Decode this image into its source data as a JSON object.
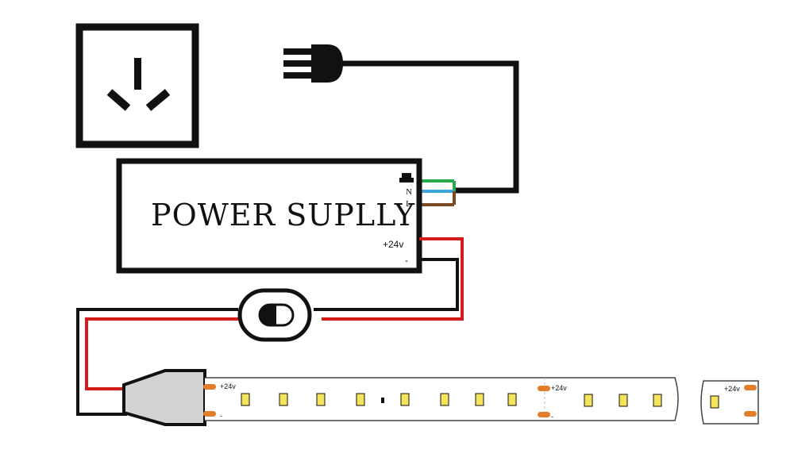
{
  "power_supply": {
    "title": "POWER SUPLLY",
    "input_n": "N",
    "input_l": "L",
    "output_positive": "+24v",
    "output_negative": "-"
  },
  "led_strip": {
    "segments": [
      {
        "positive": "+24v",
        "negative": "-"
      },
      {
        "positive": "+24v",
        "negative": "-"
      },
      {
        "positive": "+24v"
      }
    ]
  },
  "colors": {
    "wire_black": "#111111",
    "wire_red": "#d41c1c",
    "wire_green": "#2aa84a",
    "wire_blue": "#3aa6e0",
    "wire_brown": "#7a4a25",
    "connector_gray": "#d3d3d3",
    "pad_orange": "#e27d2a",
    "led_yellow": "#f5e35a"
  }
}
